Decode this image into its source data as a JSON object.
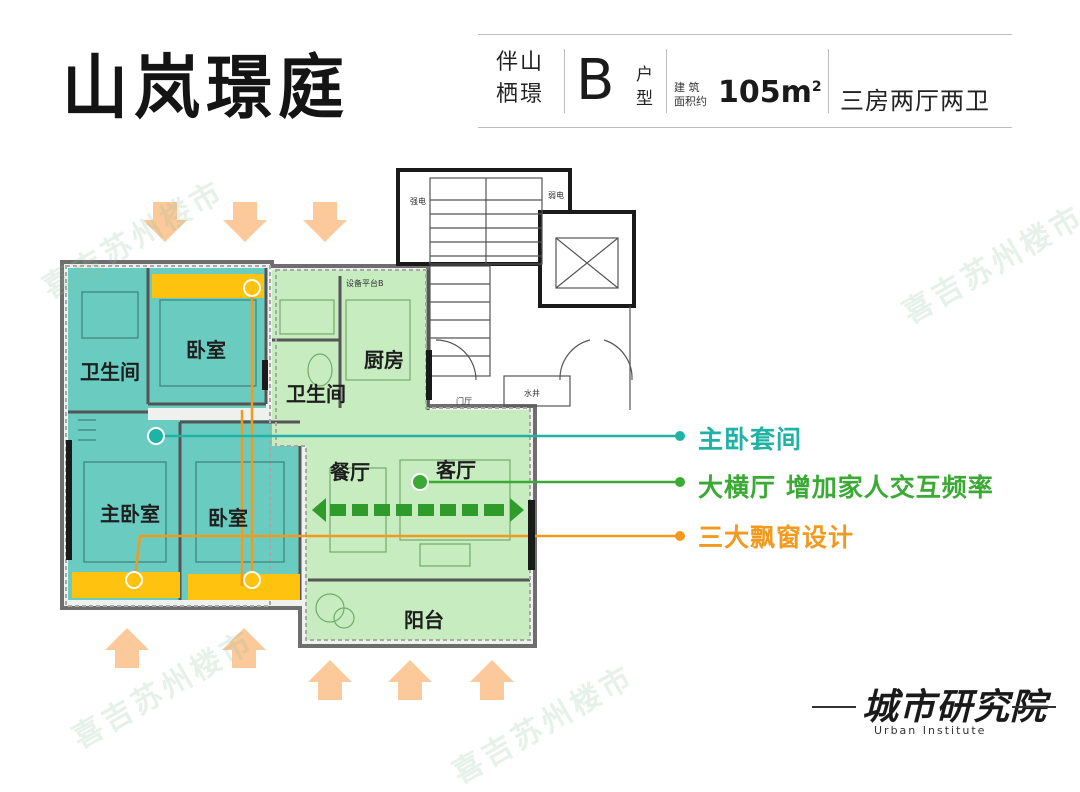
{
  "header": {
    "title": "山岚璟庭",
    "project_line1": "伴山",
    "project_line2": "栖璟",
    "type_letter": "B",
    "type_label_1": "户",
    "type_label_2": "型",
    "area_label_1": "建 筑",
    "area_label_2": "面积约",
    "area_value": "105",
    "area_unit": "m",
    "area_sup": "2",
    "layout": "三房两厅两卫"
  },
  "rooms": {
    "bathroom_left": "卫生间",
    "bedroom_top": "卧室",
    "bathroom_mid": "卫生间",
    "kitchen": "厨房",
    "master_bedroom": "主卧室",
    "bedroom_bottom": "卧室",
    "dining": "餐厅",
    "living": "客厅",
    "balcony": "阳台"
  },
  "small_labels": {
    "weak_elec": "弱电",
    "strong_elec": "强电",
    "platform": "设备平台B",
    "door_hall": "门厅",
    "water_well": "水井"
  },
  "legend": [
    {
      "text": "主卧套间",
      "color": "#1fb3a6"
    },
    {
      "text": "大横厅 增加家人交互频率",
      "color": "#3aaa35"
    },
    {
      "text": "三大飘窗设计",
      "color": "#f39a1e"
    }
  ],
  "watermark": "喜吉苏州楼市",
  "brand": {
    "name": "城市研究院",
    "sub": "Urban Institute"
  },
  "colors": {
    "teal_zone": "#5ec9bd",
    "green_zone": "#c6ecc0",
    "window_yellow": "#ffc20e",
    "light_arrow": "#fbc99a"
  }
}
